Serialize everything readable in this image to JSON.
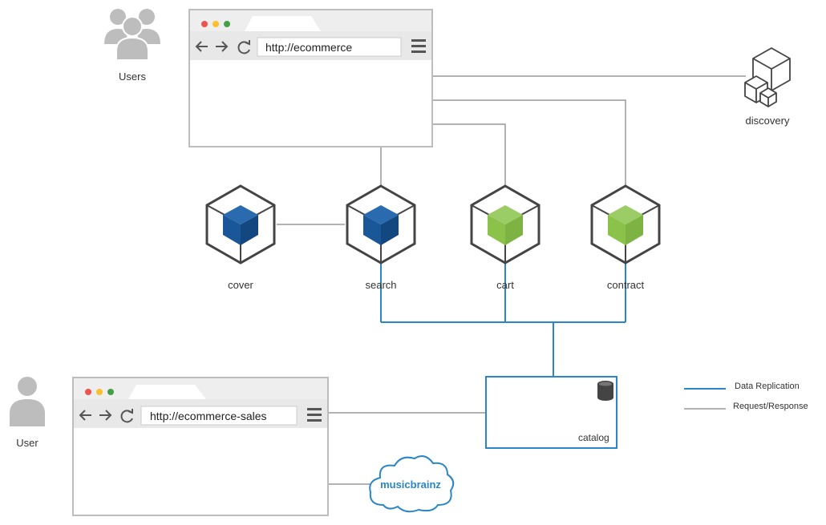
{
  "actors": {
    "users_label": "Users",
    "user_label": "User"
  },
  "browsers": {
    "main_url": "http://ecommerce",
    "sales_url": "http://ecommerce-sales"
  },
  "services": {
    "cover": "cover",
    "search": "search",
    "cart": "cart",
    "contract": "contract",
    "discovery": "discovery"
  },
  "datastore": {
    "catalog": "catalog"
  },
  "external": {
    "musicbrainz": "musicbrainz"
  },
  "legend": {
    "data_replication": "Data Replication",
    "request_response": "Request/Response"
  },
  "colors": {
    "replication_line": "#2a86c8",
    "request_line": "#999999",
    "blue_cube": "#1a5798",
    "green_cube": "#8bc34a",
    "hex_stroke": "#444444",
    "browser_frame": "#bdbdbd",
    "browser_bar": "#e8e8e8"
  }
}
